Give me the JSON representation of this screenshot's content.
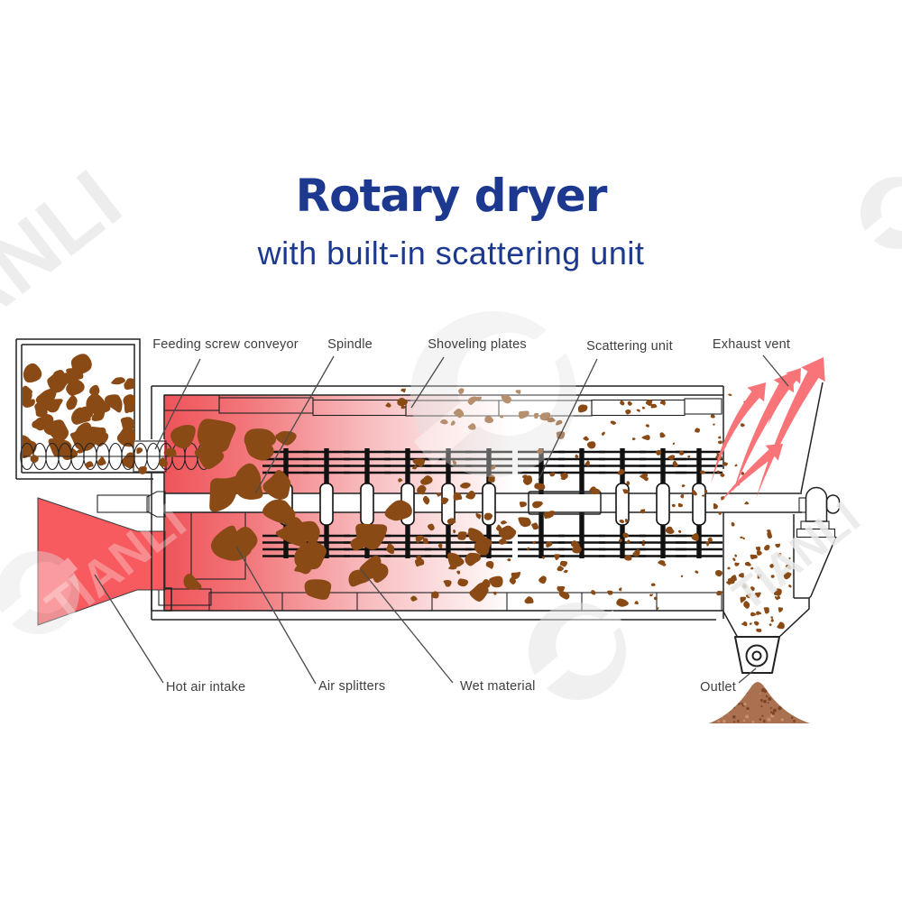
{
  "brand": {
    "watermark_text": "TIANLI"
  },
  "title": {
    "main": "Rotary dryer",
    "subtitle": "with built-in scattering unit"
  },
  "labels": {
    "feeding_screw_conveyor": "Feeding screw conveyor",
    "spindle": "Spindle",
    "shoveling_plates": "Shoveling plates",
    "scattering_unit": "Scattering unit",
    "exhaust_vent": "Exhaust vent",
    "hot_air_intake": "Hot air intake",
    "air_splitters": "Air splitters",
    "wet_material": "Wet material",
    "outlet": "Outlet"
  },
  "colors": {
    "title_blue": "#1c398f",
    "label_gray": "#3f3f3f",
    "line_black": "#222222",
    "hot_red": "#f75a5f",
    "drum_red": "#ee5459",
    "arrow_red": "#f87478",
    "material_brown": "#8a4a15",
    "powder_brown": "#a97150",
    "powder_speckle": "#7c4526",
    "watermark_gray": "#e9e9e9"
  }
}
